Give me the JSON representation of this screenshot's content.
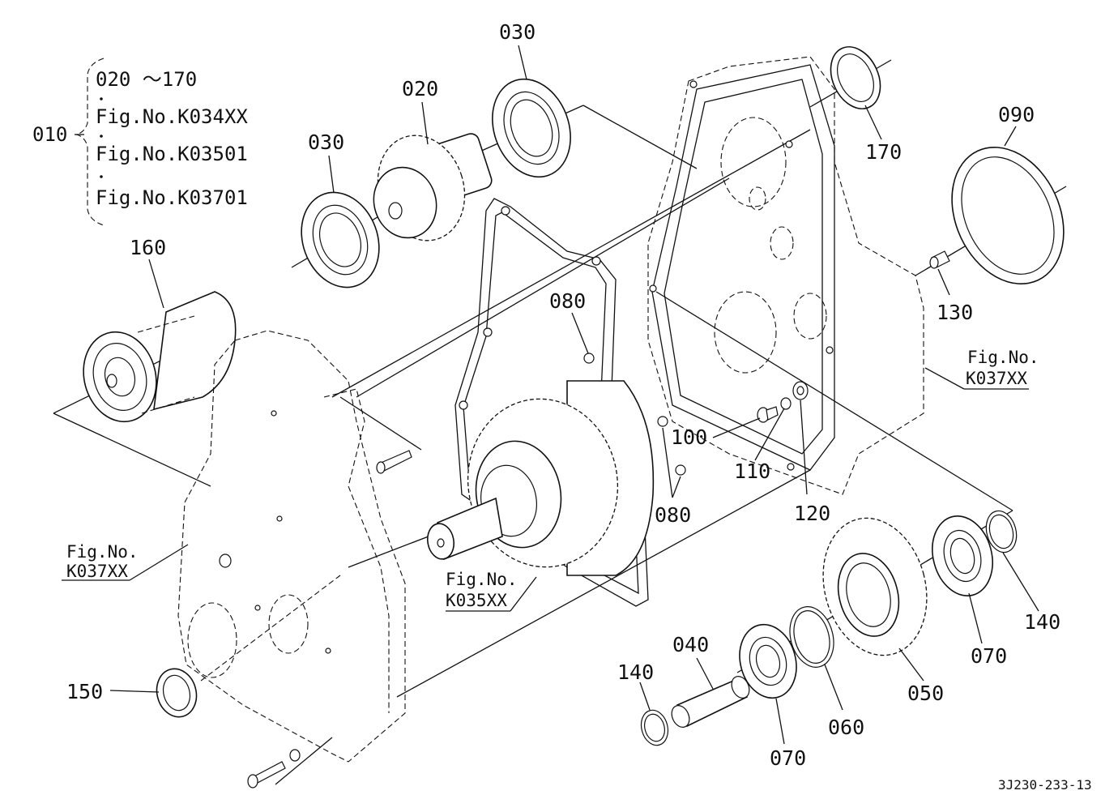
{
  "diagram": {
    "group": {
      "id": "010",
      "lines": [
        "020 ～170",
        "Fig.No.K034XX",
        "Fig.No.K03501",
        "Fig.No.K03701"
      ]
    },
    "callouts": [
      {
        "key": "c020",
        "text": "020"
      },
      {
        "key": "c030a",
        "text": "030"
      },
      {
        "key": "c030b",
        "text": "030"
      },
      {
        "key": "c170",
        "text": "170"
      },
      {
        "key": "c090",
        "text": "090"
      },
      {
        "key": "c160",
        "text": "160"
      },
      {
        "key": "c080a",
        "text": "080"
      },
      {
        "key": "c130",
        "text": "130"
      },
      {
        "key": "c100",
        "text": "100"
      },
      {
        "key": "c110",
        "text": "110"
      },
      {
        "key": "c080b",
        "text": "080"
      },
      {
        "key": "c120",
        "text": "120"
      },
      {
        "key": "c140a",
        "text": "140"
      },
      {
        "key": "c070a",
        "text": "070"
      },
      {
        "key": "c050",
        "text": "050"
      },
      {
        "key": "c040",
        "text": "040"
      },
      {
        "key": "c140b",
        "text": "140"
      },
      {
        "key": "c060",
        "text": "060"
      },
      {
        "key": "c070b",
        "text": "070"
      },
      {
        "key": "c150",
        "text": "150"
      }
    ],
    "refs": [
      {
        "key": "r1",
        "line1": "Fig.No.",
        "line2": "K037XX"
      },
      {
        "key": "r2",
        "line1": "Fig.No.",
        "line2": "K037XX"
      },
      {
        "key": "r3",
        "line1": "Fig.No.",
        "line2": "K035XX"
      }
    ],
    "drawing_code": "3J230-233-13"
  }
}
